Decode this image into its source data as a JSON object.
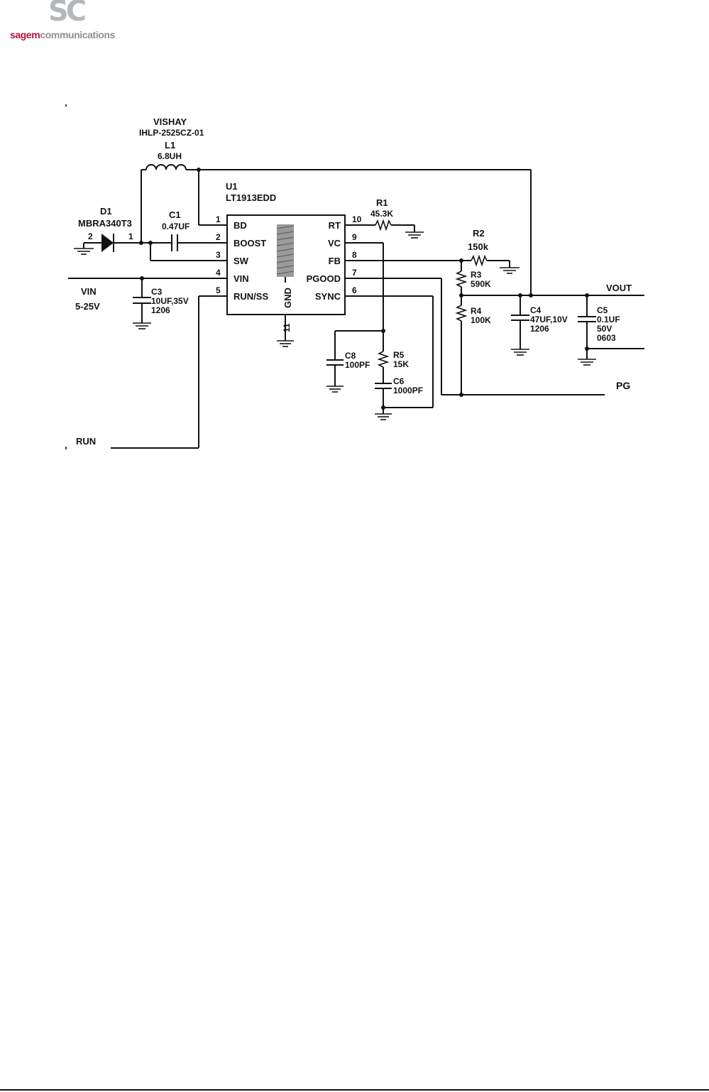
{
  "logo": {
    "mark": "SC",
    "brand_red": "sagem",
    "brand_grey": "communications",
    "colors": {
      "red": "#b0143c",
      "grey": "#8c8f94",
      "mark": "#b4b7bb"
    }
  },
  "schematic": {
    "ic": {
      "ref": "U1",
      "part": "LT1913EDD",
      "gnd_label": "GND",
      "gnd_pin": "11",
      "left_pins": [
        {
          "num": "1",
          "name": "BD"
        },
        {
          "num": "2",
          "name": "BOOST"
        },
        {
          "num": "3",
          "name": "SW"
        },
        {
          "num": "4",
          "name": "VIN"
        },
        {
          "num": "5",
          "name": "RUN/SS"
        }
      ],
      "right_pins": [
        {
          "num": "10",
          "name": "RT"
        },
        {
          "num": "9",
          "name": "VC"
        },
        {
          "num": "8",
          "name": "FB"
        },
        {
          "num": "7",
          "name": "PGOOD"
        },
        {
          "num": "6",
          "name": "SYNC"
        }
      ]
    },
    "inductor": {
      "vendor": "VISHAY",
      "part": "IHLP-2525CZ-01",
      "ref": "L1",
      "value": "6.8UH"
    },
    "diode": {
      "ref": "D1",
      "part": "MBRA340T3",
      "pin_a": "2",
      "pin_k": "1"
    },
    "c1": {
      "ref": "C1",
      "value": "0.47UF"
    },
    "c3": {
      "ref": "C3",
      "value": "10UF,35V",
      "size": "1206"
    },
    "r1": {
      "ref": "R1",
      "value": "45.3K"
    },
    "r2": {
      "ref": "R2",
      "value": "150k"
    },
    "r3": {
      "ref": "R3",
      "value": "590K"
    },
    "r4": {
      "ref": "R4",
      "value": "100K"
    },
    "c4": {
      "ref": "C4",
      "value": "47UF,10V",
      "size": "1206"
    },
    "c5": {
      "ref": "C5",
      "value": "0.1UF",
      "voltage": "50V",
      "size": "0603"
    },
    "c8": {
      "ref": "C8",
      "value": "100PF"
    },
    "r5": {
      "ref": "R5",
      "value": "15K"
    },
    "c6": {
      "ref": "C6",
      "value": "1000PF"
    },
    "nets": {
      "vin": "VIN",
      "vin_range": "5-25V",
      "vout": "VOUT",
      "pg": "PG",
      "run": "RUN"
    }
  }
}
